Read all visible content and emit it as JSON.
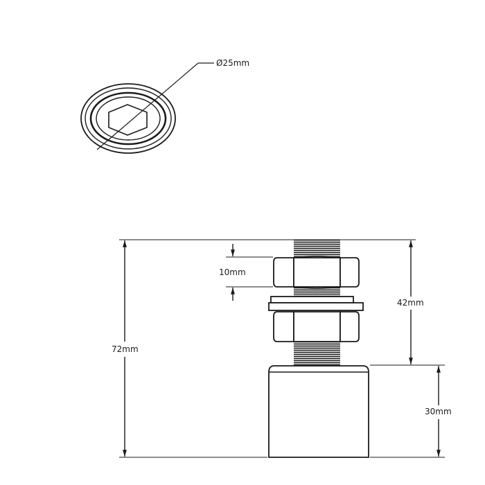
{
  "drawing": {
    "title": "Threaded bulkhead fitting technical drawing",
    "line_color": "#1a1a1a",
    "background": "#ffffff"
  },
  "top_view": {
    "diameter_label": "Ø25mm",
    "feature": "hex socket within concentric rings"
  },
  "side_view": {
    "dimensions": {
      "overall_height": "72mm",
      "threaded_section_height": "42mm",
      "body_height": "30mm",
      "nut_height": "10mm"
    }
  }
}
